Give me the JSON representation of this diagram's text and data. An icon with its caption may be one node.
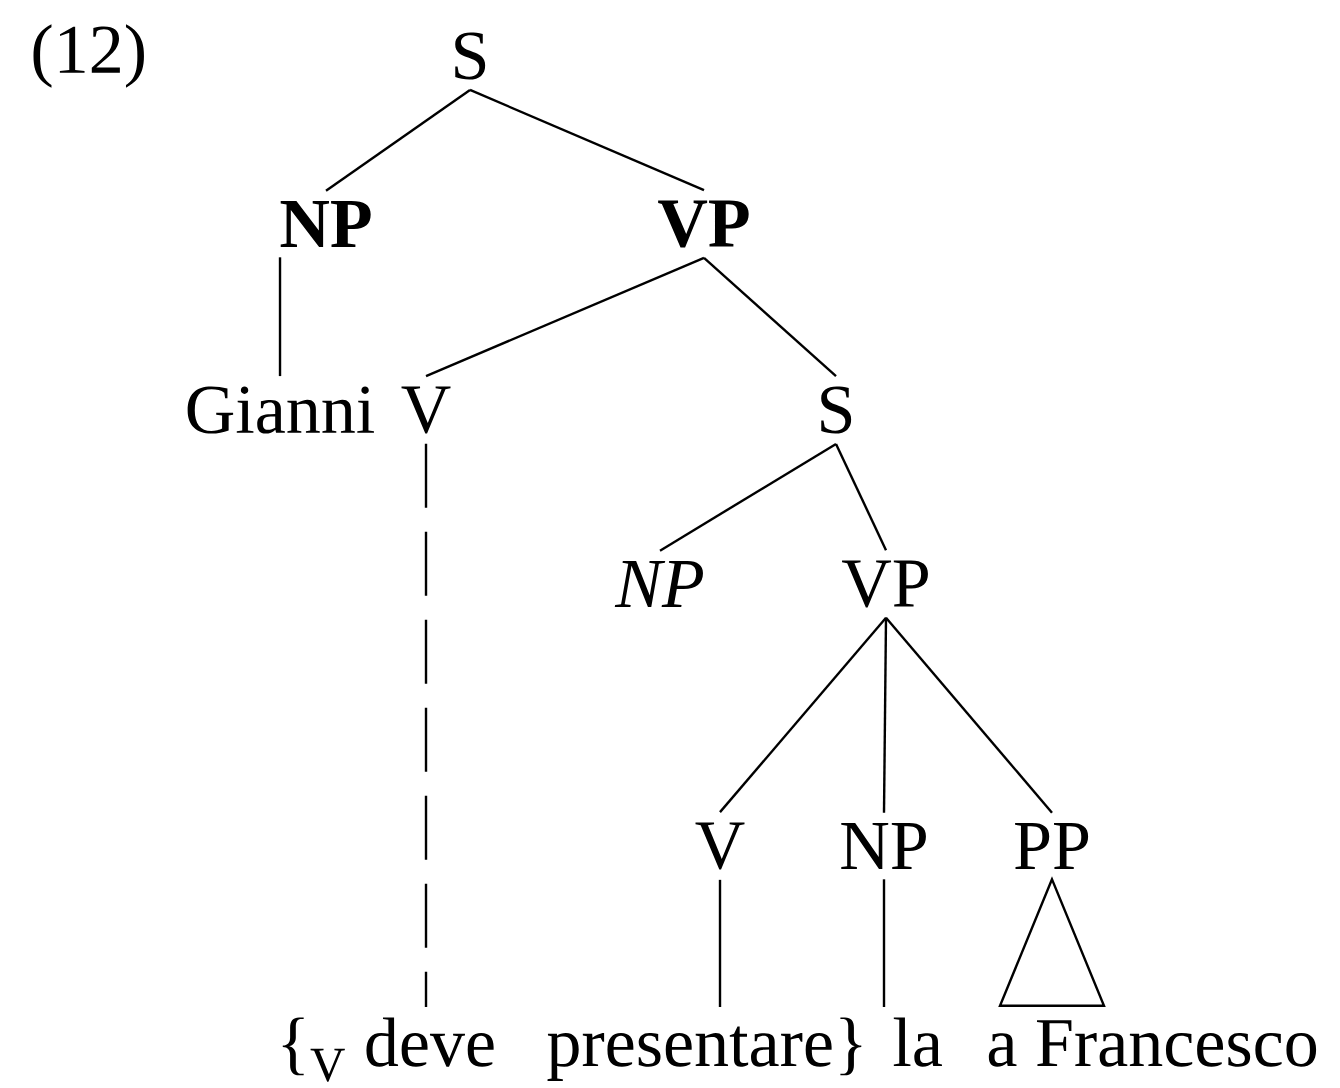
{
  "diagram": {
    "nodes": [
      {
        "text": [
          "S"
        ]
      },
      {
        "text": [
          "NP"
        ]
      },
      {
        "text": [
          "VP"
        ]
      },
      {
        "text": [
          "Gianni"
        ]
      },
      {
        "text": [
          "V"
        ]
      },
      {
        "text": [
          "S"
        ]
      },
      {
        "text": [
          "NP"
        ]
      },
      {
        "text": [
          "VP"
        ]
      },
      {
        "text": [
          "V"
        ]
      },
      {
        "text": [
          "NP"
        ]
      },
      {
        "text": [
          "PP"
        ]
      },
      {
        "text": [
          "{$_{V}$ deve"
        ]
      },
      {
        "text": [
          "presentare}"
        ]
      },
      {
        "text": [
          "la"
        ]
      },
      {
        "text": [
          "a Francesco"
        ]
      }
    ],
    "edges": [
      {
        "from": 0,
        "to": 1,
        "arrow": "none"
      },
      {
        "from": 0,
        "to": 2,
        "arrow": "none"
      },
      {
        "from": 1,
        "to": 3,
        "arrow": "none"
      },
      {
        "from": 2,
        "to": 4,
        "arrow": "none"
      },
      {
        "from": 2,
        "to": 5,
        "arrow": "none"
      },
      {
        "from": 4,
        "to": 11,
        "arrow": "none",
        "style": "dashed"
      },
      {
        "from": 5,
        "to": 6,
        "arrow": "none"
      },
      {
        "from": 5,
        "to": 7,
        "arrow": "none"
      },
      {
        "from": 7,
        "to": 8,
        "arrow": "none"
      },
      {
        "from": 7,
        "to": 9,
        "arrow": "none"
      },
      {
        "from": 7,
        "to": 10,
        "arrow": "none"
      },
      {
        "from": 8,
        "to": 12,
        "arrow": "none"
      },
      {
        "from": 9,
        "to": 13,
        "arrow": "none"
      },
      {
        "from": 10,
        "to": 14,
        "arrow": "none"
      }
    ],
    "labels": [
      "(12)"
    ]
  }
}
